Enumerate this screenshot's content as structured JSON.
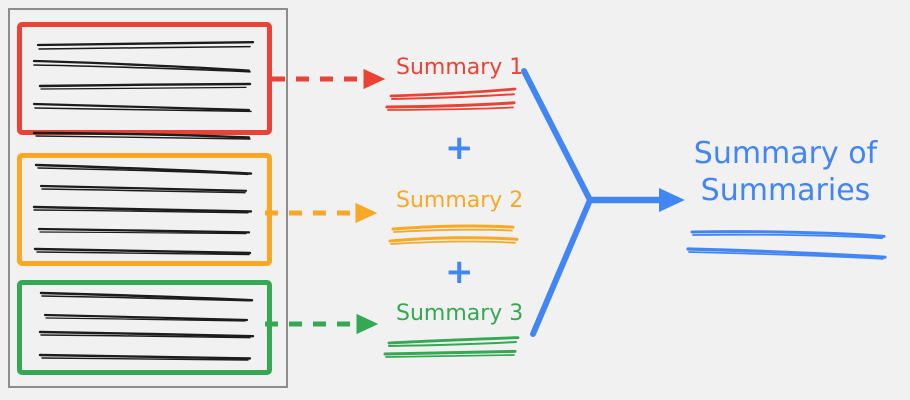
{
  "diagram": {
    "title_text": "Summary of Summaries",
    "background_color": "#f1f1f1",
    "document_collection": {
      "name": "source-documents",
      "outer_border_color": "#8d8d8d",
      "groups": [
        {
          "id": "group-1",
          "color": "#ea4335",
          "text_line_count": 5,
          "arrow_style": "dashed",
          "summary_label": "Summary 1"
        },
        {
          "id": "group-2",
          "color": "#f9a825",
          "text_line_count": 5,
          "arrow_style": "dashed",
          "summary_label": "Summary 2"
        },
        {
          "id": "group-3",
          "color": "#34a853",
          "text_line_count": 4,
          "arrow_style": "dashed",
          "summary_label": "Summary 3"
        }
      ]
    },
    "summaries": [
      {
        "label": "Summary 1",
        "color": "#ea4335",
        "squiggle_lines": 2
      },
      {
        "label": "Summary 2",
        "color": "#f9a825",
        "squiggle_lines": 2
      },
      {
        "label": "Summary 3",
        "color": "#34a853",
        "squiggle_lines": 2
      }
    ],
    "operators": [
      {
        "symbol": "+",
        "color": "#4285f4"
      },
      {
        "symbol": "+",
        "color": "#4285f4"
      }
    ],
    "merge_arrow": {
      "color": "#4285f4",
      "style": "solid",
      "shape": "converging-three-to-one"
    },
    "final_output": {
      "line1": "Summary of",
      "line2": "Summaries",
      "color": "#4285f4",
      "squiggle_lines": 2
    }
  }
}
